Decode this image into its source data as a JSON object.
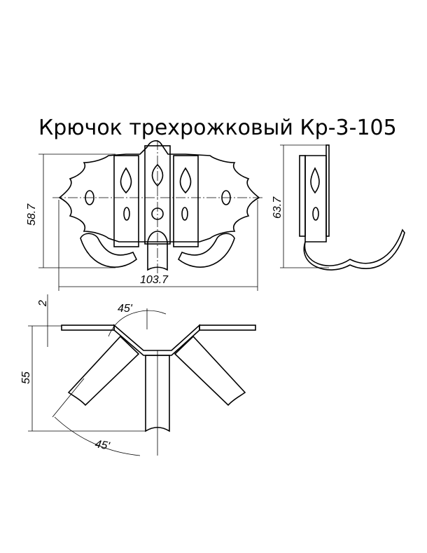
{
  "title": "Крючок трехрожковый Кр-3-105",
  "dimensions": {
    "front_height": "58.7",
    "front_width": "103.7",
    "side_height": "63.7",
    "plate_thickness": "2",
    "top_depth": "55",
    "angle_top": "45'",
    "angle_bottom": "45'"
  }
}
